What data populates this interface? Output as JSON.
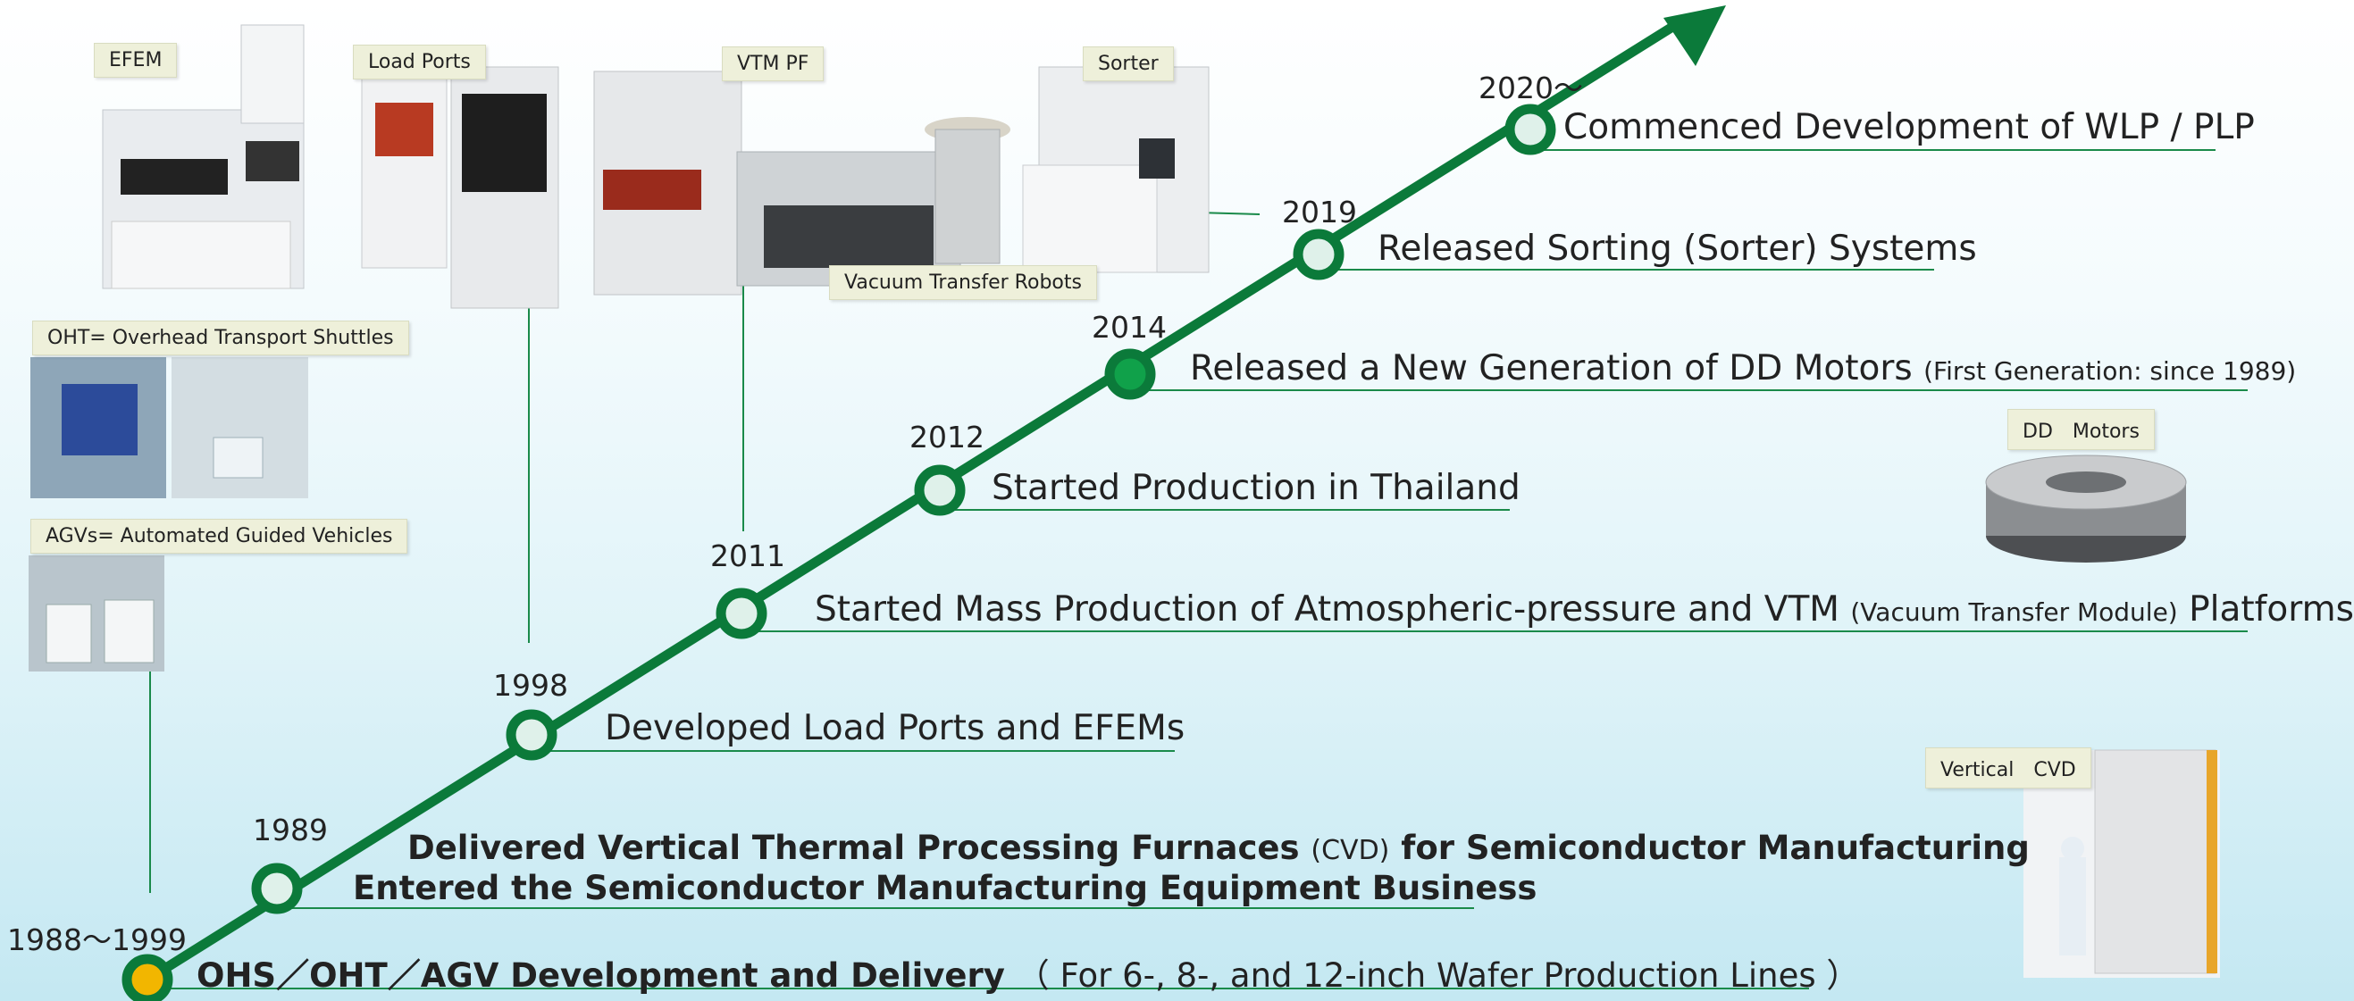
{
  "timeline": [
    {
      "year": "1988～1999",
      "event_bold": "OHS／OHT／AGV Development and Delivery",
      "event_note": "（ For 6-, 8-, and 12-inch Wafer Production Lines ）"
    },
    {
      "year": "1989",
      "event_line1_a": "Delivered Vertical Thermal Processing Furnaces",
      "event_line1_b": "(CVD)",
      "event_line1_c": "for Semiconductor Manufacturing",
      "event_line2": "Entered the Semiconductor Manufacturing Equipment Business"
    },
    {
      "year": "1998",
      "event": "Developed Load Ports and EFEMs"
    },
    {
      "year": "2011",
      "event_a": "Started Mass Production of Atmospheric-pressure and VTM",
      "event_b": "(Vacuum Transfer Module)",
      "event_c": "Platforms"
    },
    {
      "year": "2012",
      "event": "Started Production in Thailand"
    },
    {
      "year": "2014",
      "event_a": "Released a New Generation of DD Motors",
      "event_b": "(First Generation: since 1989)"
    },
    {
      "year": "2019",
      "event": "Released Sorting (Sorter) Systems"
    },
    {
      "year": "2020～",
      "event": "Commenced Development of WLP / PLP"
    }
  ],
  "product_labels": {
    "efem": "EFEM",
    "load_ports": "Load Ports",
    "vtm_pf": "VTM PF",
    "sorter": "Sorter",
    "vacuum_robots": "Vacuum Transfer Robots",
    "oht": "OHT= Overhead Transport Shuttles",
    "agv": "AGVs= Automated Guided Vehicles",
    "dd_motors": "DD　Motors",
    "vertical_cvd": "Vertical　CVD"
  },
  "colors": {
    "line": "#0b7a3a",
    "node_fill_light": "#dff1ea",
    "node_fill_2014": "#10a14a",
    "node_fill_first": "#f2b600",
    "leader": "#1a8a4a"
  }
}
